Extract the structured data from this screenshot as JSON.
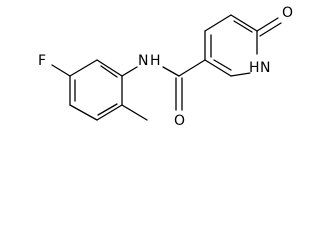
{
  "molecule": {
    "atoms": {
      "fluorine": "F",
      "amide_nitrogen": "N",
      "amide_hydrogen": "H",
      "carbonyl_oxygen": "O",
      "ring_nitrogen": "N",
      "ring_hydrogen": "H",
      "keto_oxygen": "O"
    }
  }
}
